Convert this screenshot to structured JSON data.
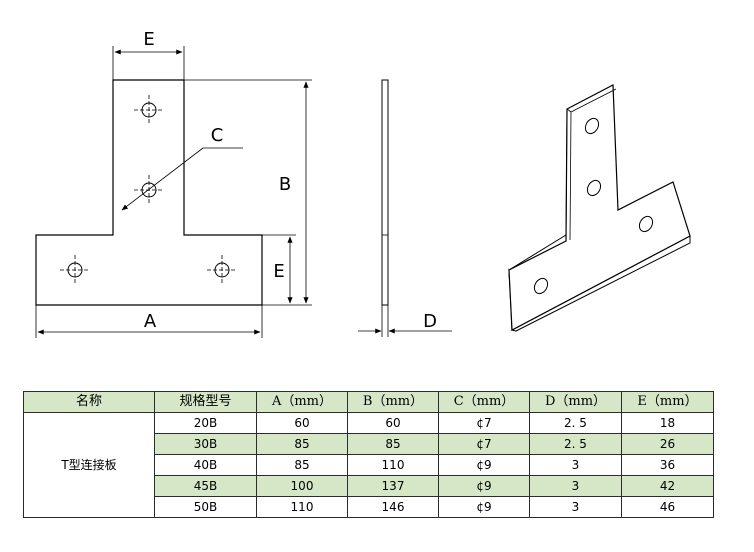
{
  "labels": {
    "dim_A": "A",
    "dim_B": "B",
    "dim_C": "C",
    "dim_D": "D",
    "dim_E_top": "E",
    "dim_E_right": "E"
  },
  "table": {
    "headers": [
      "名称",
      "规格型号",
      "A（mm）",
      "B（mm）",
      "C（mm）",
      "D（mm）",
      "E（mm）"
    ],
    "product_name": "T型连接板",
    "rows": [
      [
        "20B",
        "60",
        "60",
        "¢7",
        "2. 5",
        "18"
      ],
      [
        "30B",
        "85",
        "85",
        "¢7",
        "2. 5",
        "26"
      ],
      [
        "40B",
        "85",
        "110",
        "¢9",
        "3",
        "36"
      ],
      [
        "45B",
        "100",
        "137",
        "¢9",
        "3",
        "42"
      ],
      [
        "50B",
        "110",
        "146",
        "¢9",
        "3",
        "46"
      ]
    ]
  },
  "colors": {
    "table_header_bg": "#d6e7c8",
    "table_alt_row_bg": "#d6e7c8",
    "line": "#000000"
  }
}
